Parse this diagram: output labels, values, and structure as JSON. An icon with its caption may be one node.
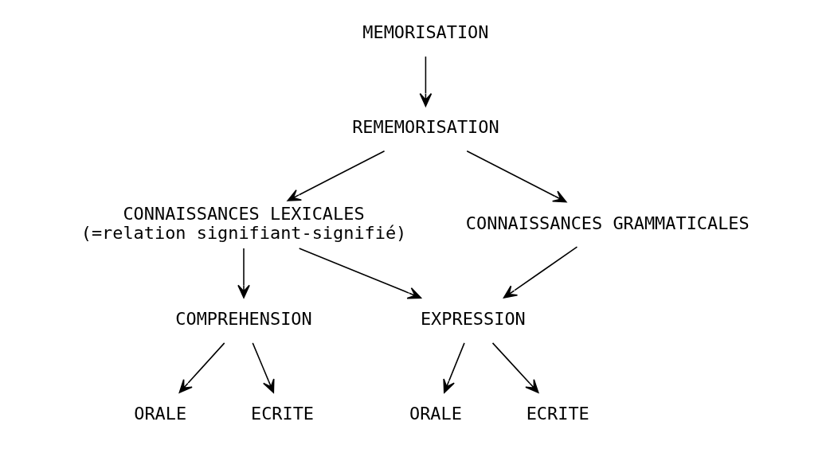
{
  "diagram": {
    "nodes": [
      {
        "text": [
          "MEMORISATION"
        ]
      },
      {
        "text": [
          "REMEMORISATION"
        ]
      },
      {
        "text": [
          "CONNAISSANCES LEXICALES",
          "(=relation signifiant-signifié)"
        ]
      },
      {
        "text": [
          "CONNAISSANCES GRAMMATICALES"
        ]
      },
      {
        "text": [
          "COMPREHENSION"
        ]
      },
      {
        "text": [
          "EXPRESSION"
        ]
      },
      {
        "text": [
          "ORALE"
        ]
      },
      {
        "text": [
          "ECRITE"
        ]
      },
      {
        "text": [
          "ORALE"
        ]
      },
      {
        "text": [
          "ECRITE"
        ]
      }
    ],
    "edges": [
      {
        "from": 0,
        "to": 1,
        "arrow": "to"
      },
      {
        "from": 1,
        "to": 2,
        "arrow": "to"
      },
      {
        "from": 1,
        "to": 3,
        "arrow": "to"
      },
      {
        "from": 2,
        "to": 4,
        "arrow": "to"
      },
      {
        "from": 2,
        "to": 5,
        "arrow": "to"
      },
      {
        "from": 3,
        "to": 5,
        "arrow": "to"
      },
      {
        "from": 4,
        "to": 6,
        "arrow": "to"
      },
      {
        "from": 4,
        "to": 7,
        "arrow": "to"
      },
      {
        "from": 5,
        "to": 8,
        "arrow": "to"
      },
      {
        "from": 5,
        "to": 9,
        "arrow": "to"
      }
    ]
  }
}
